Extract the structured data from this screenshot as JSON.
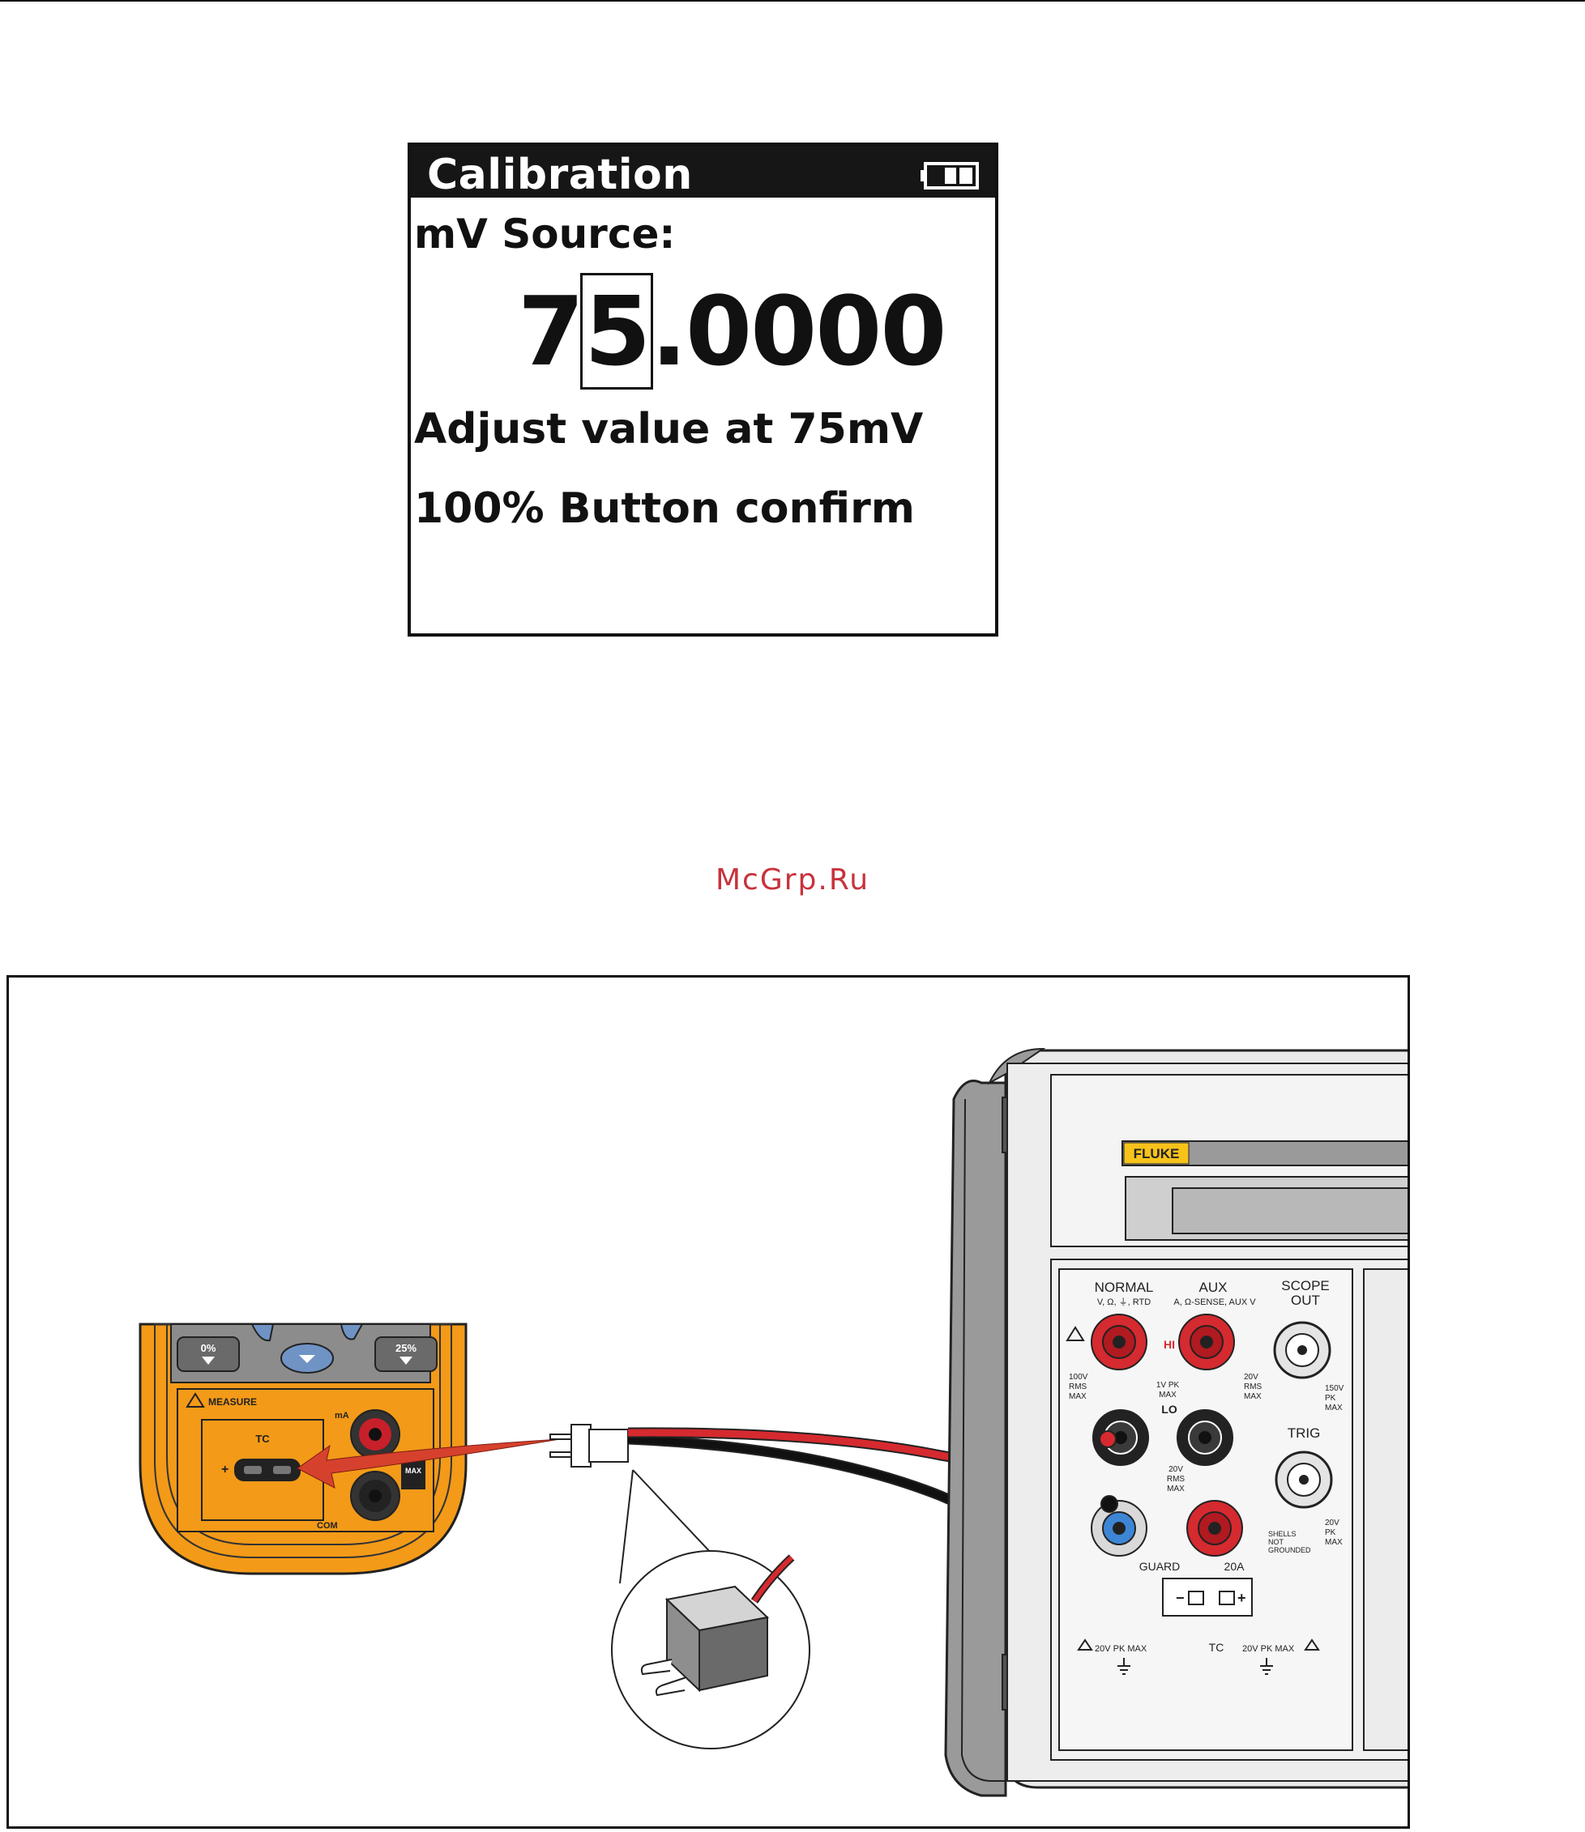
{
  "screen": {
    "title": "Calibration",
    "label": "mV Source:",
    "value_prefix": "7",
    "value_cursor_digit": "5",
    "value_suffix": ".0000",
    "instruction_1": "Adjust value at 75mV",
    "instruction_2": "100% Button confirm",
    "battery_icon": "battery-icon"
  },
  "watermark": "McGrp.Ru",
  "figure": {
    "handheld": {
      "button_0": "0%",
      "button_25": "25%",
      "section_label": "MEASURE",
      "tc_label": "TC",
      "tc_plus": "+",
      "ma_label": "mA",
      "com_label": "COM",
      "max_label": "MAX"
    },
    "calibrator": {
      "brand": "FLUKE",
      "normal_label": "NORMAL",
      "normal_sub": "V, Ω, ⏚, RTD",
      "aux_label": "AUX",
      "aux_sub": "A, Ω-SENSE, AUX V",
      "scope_label": "SCOPE",
      "scope_label_2": "OUT",
      "hi_label": "HI",
      "lo_label": "LO",
      "lo_spec_1": "1V PK",
      "lo_spec_2": "MAX",
      "rms_left_1": "100V",
      "rms_left_2": "RMS",
      "rms_left_3": "MAX",
      "rms_right_1": "20V",
      "rms_right_2": "RMS",
      "rms_right_3": "MAX",
      "mid_spec_1": "20V",
      "mid_spec_2": "RMS",
      "mid_spec_3": "MAX",
      "scope_spec_1": "150V",
      "scope_spec_2": "PK",
      "scope_spec_3": "MAX",
      "trig_label": "TRIG",
      "trig_spec_1": "20V",
      "trig_spec_2": "PK",
      "trig_spec_3": "MAX",
      "shells_1": "SHELLS",
      "shells_2": "NOT",
      "shells_3": "GROUNDED",
      "guard_label": "GUARD",
      "amp_label": "20A",
      "tc_label": "TC",
      "pk_left": "20V PK MAX",
      "pk_right": "20V PK MAX"
    }
  }
}
